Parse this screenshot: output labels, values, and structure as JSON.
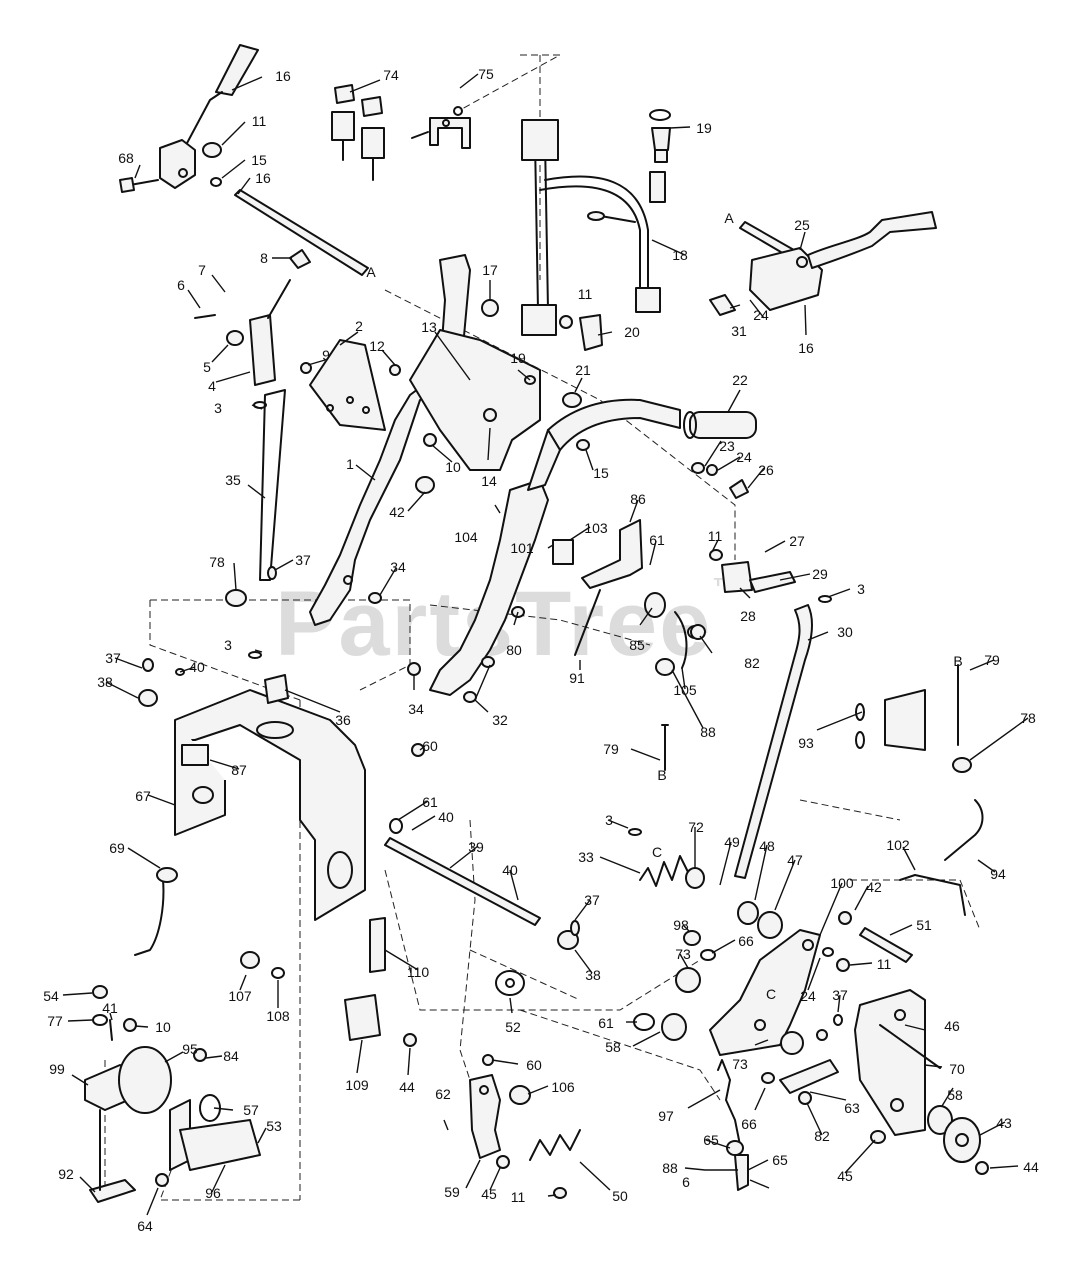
{
  "watermark": {
    "text": "PartsTree",
    "mark": "™"
  },
  "callouts": [
    "16",
    "74",
    "75",
    "11",
    "68",
    "15",
    "16",
    "19",
    "17",
    "8",
    "7",
    "6",
    "2",
    "13",
    "11",
    "18",
    "25",
    "5",
    "4",
    "9",
    "12",
    "20",
    "31",
    "24",
    "16",
    "3",
    "19",
    "21",
    "22",
    "35",
    "1",
    "10",
    "14",
    "15",
    "23",
    "24",
    "26",
    "42",
    "104",
    "86",
    "37",
    "101",
    "103",
    "61",
    "11",
    "27",
    "78",
    "34",
    "80",
    "85",
    "82",
    "28",
    "29",
    "3",
    "3",
    "30",
    "36",
    "37",
    "40",
    "38",
    "91",
    "105",
    "34",
    "32",
    "88",
    "79",
    "93",
    "78",
    "60",
    "67",
    "87",
    "61",
    "40",
    "79",
    "3",
    "72",
    "49",
    "48",
    "47",
    "69",
    "39",
    "33",
    "40",
    "100",
    "42",
    "102",
    "37",
    "94",
    "98",
    "66",
    "73",
    "51",
    "38",
    "11",
    "110",
    "54",
    "107",
    "108",
    "52",
    "24",
    "37",
    "77",
    "41",
    "10",
    "61",
    "58",
    "73",
    "46",
    "70",
    "99",
    "95",
    "84",
    "109",
    "44",
    "60",
    "106",
    "63",
    "58",
    "43",
    "62",
    "57",
    "53",
    "97",
    "66",
    "82",
    "92",
    "96",
    "64",
    "59",
    "45",
    "11",
    "50",
    "65",
    "88",
    "65",
    "6",
    "45",
    "44"
  ],
  "letters": [
    "A",
    "A",
    "B",
    "B",
    "C",
    "C"
  ]
}
